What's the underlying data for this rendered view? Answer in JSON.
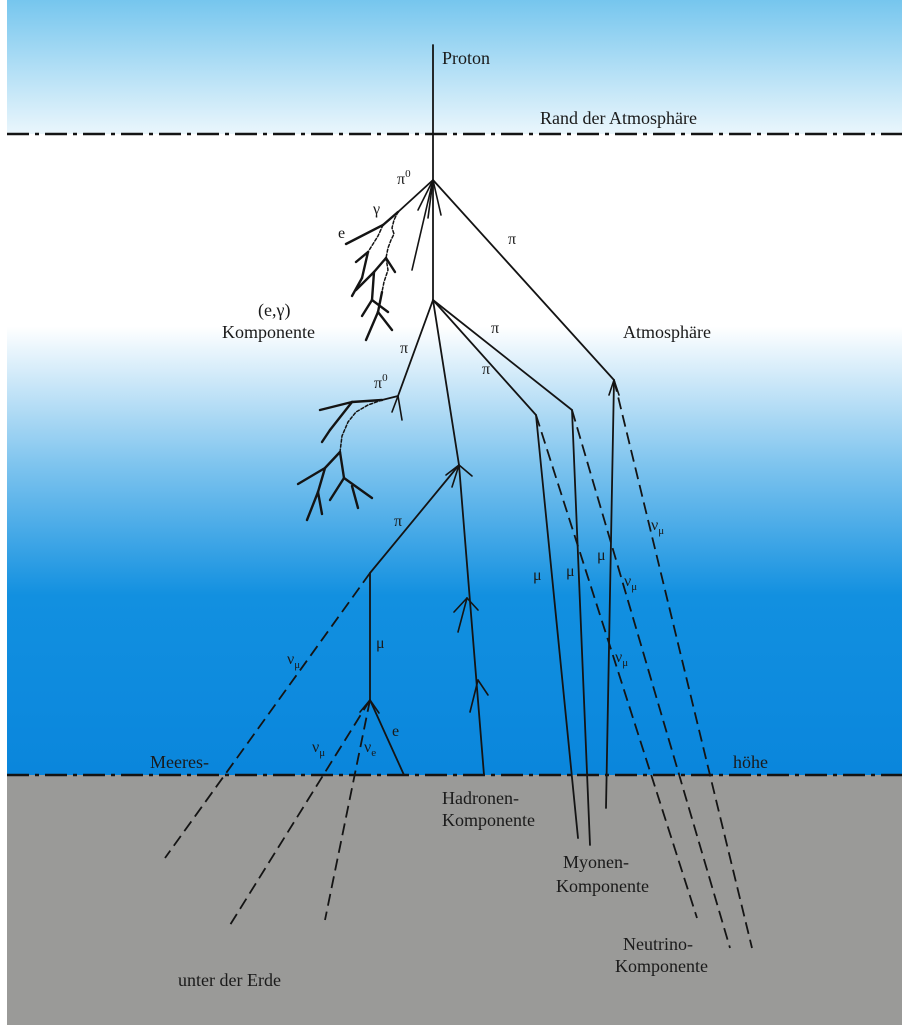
{
  "colors": {
    "sky_top": "#76c6ee",
    "sky_light": "#eaf6fc",
    "atmosphere_white": "#ffffff",
    "atmosphere_blue": "#0a86dc",
    "ground": "#9a9a98",
    "line": "#141414"
  },
  "labels": {
    "proton": "Proton",
    "atmosphere_edge": "Rand der Atmosphäre",
    "atmosphere": "Atmosphäre",
    "em_component_line1": "(e,γ)",
    "em_component_line2": "Komponente",
    "sea_level_left": "Meeres-",
    "sea_level_right": "höhe",
    "hadron_line1": "Hadronen-",
    "hadron_line2": "Komponente",
    "muon_line1": "Myonen-",
    "muon_line2": "Komponente",
    "neutrino_line1": "Neutrino-",
    "neutrino_line2": "Komponente",
    "underground": "unter der Erde"
  },
  "particles": {
    "pi": "π",
    "pi_zero": "π",
    "zero_sup": "0",
    "gamma": "γ",
    "e": "e",
    "mu": "μ",
    "nu": "ν",
    "mu_sub": "μ",
    "e_sub": "e"
  }
}
